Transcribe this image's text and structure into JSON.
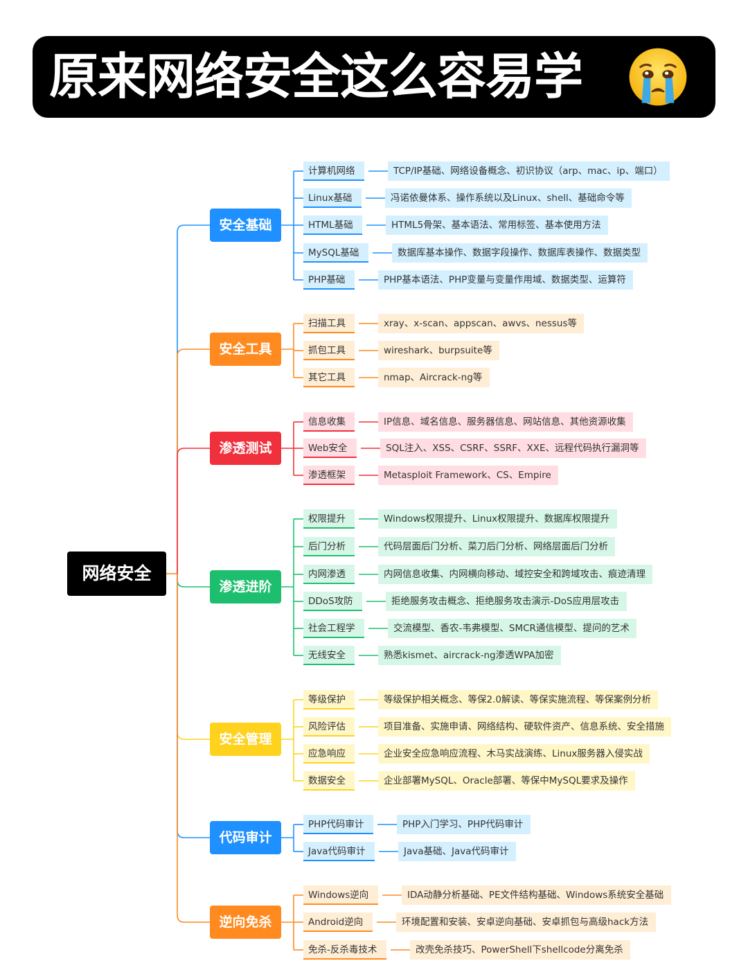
{
  "title": "原来网络安全这么容易学",
  "title_icon": "crying-face-emoji",
  "root": {
    "label": "网络安全",
    "color": "#000000"
  },
  "branches": [
    {
      "label": "安全基础",
      "color": "#1E90FF",
      "light": "#D4F0FF",
      "items": [
        {
          "label": "计算机网络",
          "detail": "TCP/IP基础、网络设备概念、初识协议（arp、mac、ip、端口）"
        },
        {
          "label": "Linux基础",
          "detail": "冯诺依曼体系、操作系统以及Linux、shell、基础命令等"
        },
        {
          "label": "HTML基础",
          "detail": "HTML5骨架、基本语法、常用标签、基本使用方法"
        },
        {
          "label": "MySQL基础",
          "detail": "数据库基本操作、数据字段操作、数据库表操作、数据类型"
        },
        {
          "label": "PHP基础",
          "detail": "PHP基本语法、PHP变量与变量作用域、数据类型、运算符"
        }
      ]
    },
    {
      "label": "安全工具",
      "color": "#FF8A1F",
      "light": "#FFEED6",
      "items": [
        {
          "label": "扫描工具",
          "detail": "xray、x-scan、appscan、awvs、nessus等"
        },
        {
          "label": "抓包工具",
          "detail": "wireshark、burpsuite等"
        },
        {
          "label": "其它工具",
          "detail": "nmap、Aircrack-ng等"
        }
      ]
    },
    {
      "label": "渗透测试",
      "color": "#F0303C",
      "light": "#FFDDE2",
      "items": [
        {
          "label": "信息收集",
          "detail": "IP信息、域名信息、服务器信息、网站信息、其他资源收集"
        },
        {
          "label": "Web安全",
          "detail": "SQL注入、XSS、CSRF、SSRF、XXE、远程代码执行漏洞等"
        },
        {
          "label": "渗透框架",
          "detail": "Metasploit Framework、CS、Empire"
        }
      ]
    },
    {
      "label": "渗透进阶",
      "color": "#1DBF6E",
      "light": "#D6F7E8",
      "items": [
        {
          "label": "权限提升",
          "detail": "Windows权限提升、Linux权限提升、数据库权限提升"
        },
        {
          "label": "后门分析",
          "detail": "代码层面后门分析、菜刀后门分析、网络层面后门分析"
        },
        {
          "label": "内网渗透",
          "detail": "内网信息收集、内网横向移动、域控安全和跨域攻击、痕迹清理"
        },
        {
          "label": "DDoS攻防",
          "detail": "拒绝服务攻击概念、拒绝服务攻击演示-DoS应用层攻击"
        },
        {
          "label": "社会工程学",
          "detail": "交流模型、香农-韦弗模型、SMCR通信模型、提问的艺术"
        },
        {
          "label": "无线安全",
          "detail": "熟悉kismet、aircrack-ng渗透WPA加密"
        }
      ]
    },
    {
      "label": "安全管理",
      "color": "#FFD21E",
      "light": "#FFF7C8",
      "items": [
        {
          "label": "等级保护",
          "detail": "等级保护相关概念、等保2.0解读、等保实施流程、等保案例分析"
        },
        {
          "label": "风险评估",
          "detail": "项目准备、实施申请、网络结构、硬软件资产、信息系统、安全措施"
        },
        {
          "label": "应急响应",
          "detail": "企业安全应急响应流程、木马实战演练、Linux服务器入侵实战"
        },
        {
          "label": "数据安全",
          "detail": "企业部署MySQL、Oracle部署、等保中MySQL要求及操作"
        }
      ]
    },
    {
      "label": "代码审计",
      "color": "#1E90FF",
      "light": "#D4F0FF",
      "items": [
        {
          "label": "PHP代码审计",
          "detail": "PHP入门学习、PHP代码审计"
        },
        {
          "label": "Java代码审计",
          "detail": "Java基础、Java代码审计"
        }
      ]
    },
    {
      "label": "逆向免杀",
      "color": "#FF8A1F",
      "light": "#FFEED6",
      "items": [
        {
          "label": "Windows逆向",
          "detail": "IDA动静分析基础、PE文件结构基础、Windows系统安全基础"
        },
        {
          "label": "Android逆向",
          "detail": "环境配置和安装、安卓逆向基础、安卓抓包与高级hack方法"
        },
        {
          "label": "免杀-反杀毒技术",
          "detail": "改壳免杀技巧、PowerShell下shellcode分离免杀"
        }
      ]
    }
  ]
}
